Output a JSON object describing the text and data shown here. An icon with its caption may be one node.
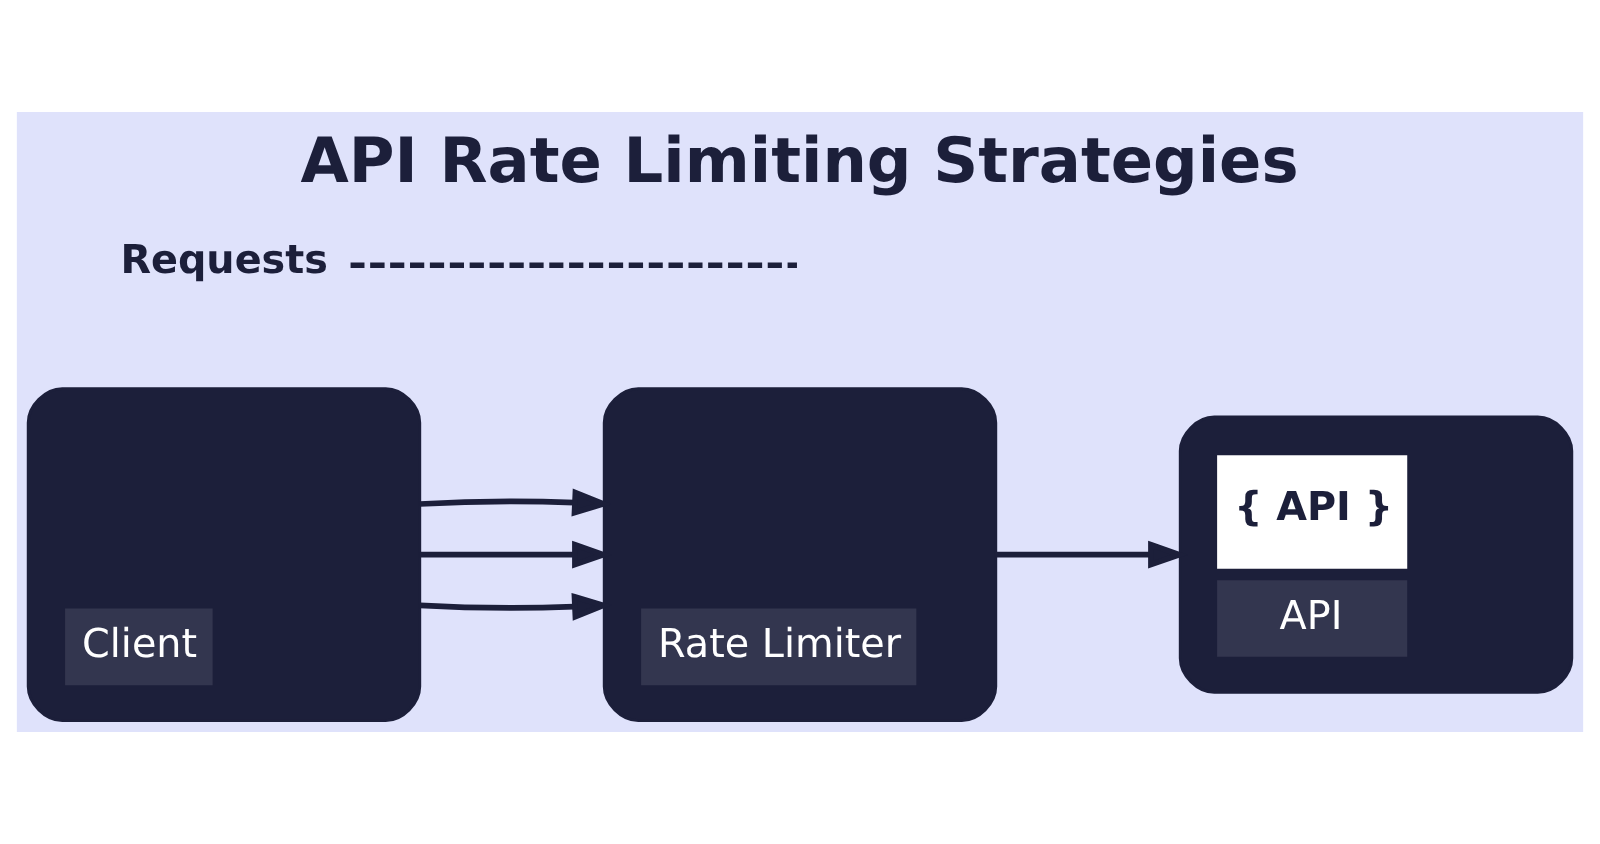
{
  "diagram": {
    "title": "API Rate Limiting Strategies",
    "nodes": [
      {
        "text": [
          "Client"
        ]
      },
      {
        "text": [
          "Rate Limiter"
        ]
      },
      {
        "text": [
          "{ API }",
          "API"
        ]
      },
      {
        "text": [
          "Requests"
        ]
      }
    ],
    "edges": [
      {
        "from": 0,
        "to": 1,
        "arrow": "to"
      },
      {
        "from": 0,
        "to": 1,
        "arrow": "to"
      },
      {
        "from": 0,
        "to": 1,
        "arrow": "to"
      },
      {
        "from": 1,
        "to": 2,
        "arrow": "to"
      },
      {
        "from": 3,
        "to": null,
        "arrow": "none",
        "style": "dashed"
      }
    ]
  }
}
